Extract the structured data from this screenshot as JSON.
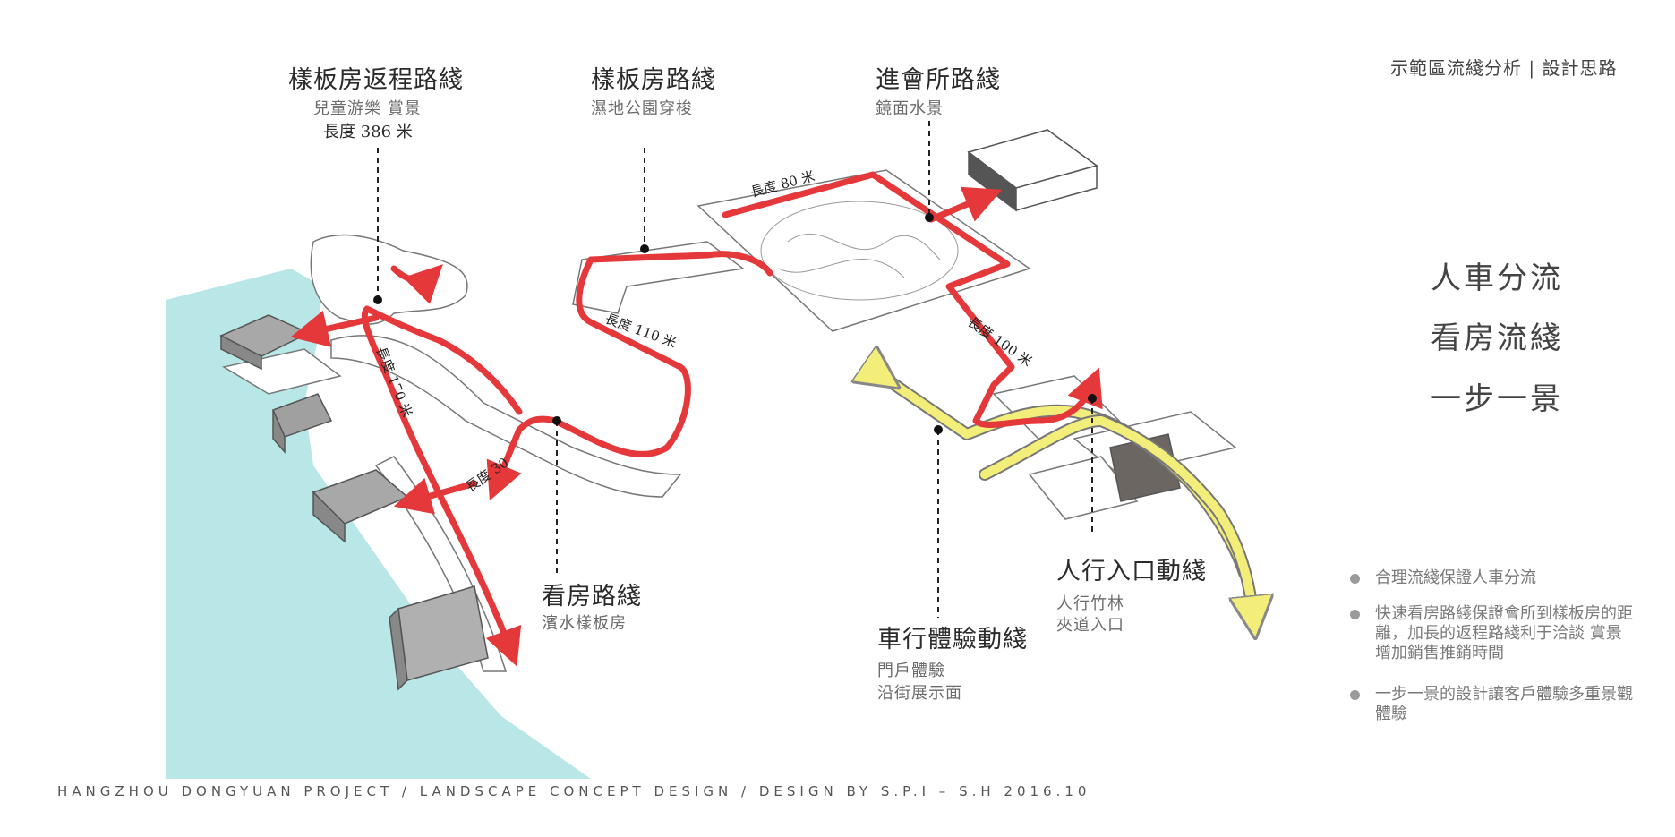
{
  "header": {
    "title": "示範區流綫分析 | 設計思路"
  },
  "slogans": [
    "人車分流",
    "看房流綫",
    "一步一景"
  ],
  "callouts": {
    "return_route": {
      "title": "樣板房返程路綫",
      "sub": "兒童游樂 賞景",
      "length": "長度 386 米"
    },
    "model_route": {
      "title": "樣板房路綫",
      "sub": "濕地公園穿梭"
    },
    "club_route": {
      "title": "進會所路綫",
      "sub": "鏡面水景"
    },
    "viewing_route": {
      "title": "看房路綫",
      "sub": "濱水樣板房"
    },
    "vehicle_route": {
      "title": "車行體驗動綫",
      "lines": [
        "門戶體驗",
        "沿街展示面"
      ]
    },
    "pedestrian_route": {
      "title": "人行入口動綫",
      "lines": [
        "人行竹林",
        "夾道入口"
      ]
    }
  },
  "path_labels": {
    "l80": "長度 80 米",
    "l110": "長度 110 米",
    "l100": "長度 100 米",
    "l170": "長度 170 米",
    "l30": "長度 30"
  },
  "bullets": [
    "合理流綫保證人車分流",
    "快速看房路綫保證會所到樣板房的距離，加長的返程路綫利于洽談 賞景 增加銷售推銷時間",
    "一步一景的設計讓客戶體驗多重景觀體驗"
  ],
  "footer": "HANGZHOU DONGYUAN PROJECT / LANDSCAPE CONCEPT DESIGN / DESIGN  BY  S.P.I – S.H  2016.10",
  "colors": {
    "water": "#b9e6e6",
    "route_red": "#e5383b",
    "route_yellow": "#f3ee7a",
    "building_gray": "#9d9d9d"
  }
}
